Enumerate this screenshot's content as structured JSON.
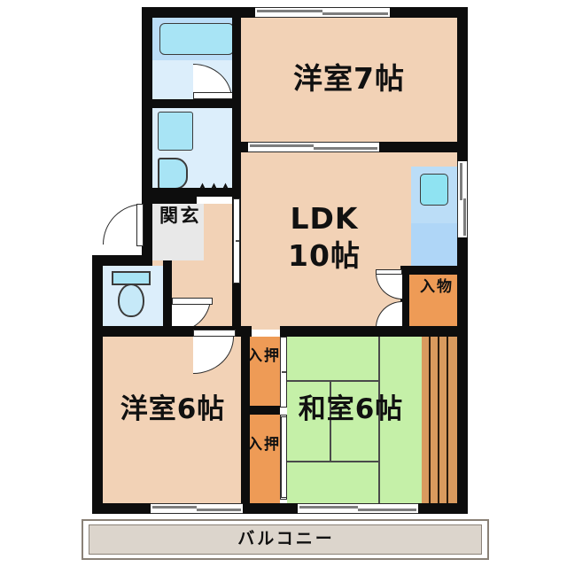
{
  "plan": {
    "kind": "japanese-apartment-floor-plan",
    "layout_type": "3LDK",
    "palette": {
      "wall": "#0d0d0d",
      "room_floor": "#F2D2B6",
      "tatami": "#C5F0A8",
      "closet": "#EE9B56",
      "water_area": "#DCEEFB",
      "fixture": "#A8E4F5",
      "balcony": "#DCD5CC",
      "wood_slat": "#D99A5E",
      "background": "#FFFFFF"
    }
  },
  "rooms": [
    {
      "id": "western-7",
      "label": "洋室7帖",
      "name_kana": "youshitsu",
      "size_jo": 7,
      "type": "western"
    },
    {
      "id": "ldk-10",
      "label_line1": "LDK",
      "label_line2": "10帖",
      "size_jo": 10,
      "type": "ldk"
    },
    {
      "id": "western-6",
      "label": "洋室6帖",
      "name_kana": "youshitsu",
      "size_jo": 6,
      "type": "western"
    },
    {
      "id": "japanese-6",
      "label": "和室6帖",
      "name_kana": "washitsu",
      "size_jo": 6,
      "type": "tatami"
    }
  ],
  "spaces": {
    "entrance": {
      "label_line1": "玄",
      "label_line2": "関",
      "label": "玄関"
    },
    "storage": {
      "label_line1": "物",
      "label_line2": "入",
      "label": "物入"
    },
    "closet_upper": {
      "label_line1": "押",
      "label_line2": "入",
      "label": "押入"
    },
    "closet_lower": {
      "label_line1": "押",
      "label_line2": "入",
      "label": "押入"
    },
    "balcony": {
      "label": "バルコニー"
    }
  },
  "fixtures": [
    {
      "id": "bathtub",
      "icon": "bathtub-icon"
    },
    {
      "id": "bath-room",
      "icon": "bathroom-icon"
    },
    {
      "id": "washing-machine",
      "icon": "washing-machine-icon"
    },
    {
      "id": "vanity-sink",
      "icon": "vanity-sink-icon"
    },
    {
      "id": "toilet",
      "icon": "toilet-icon"
    },
    {
      "id": "kitchen-sink",
      "icon": "kitchen-sink-icon"
    },
    {
      "id": "kitchen-counter",
      "icon": "kitchen-counter-icon"
    }
  ],
  "openings": [
    {
      "id": "window-western7-north",
      "icon": "window-icon",
      "orientation": "horizontal"
    },
    {
      "id": "window-ldk-north",
      "icon": "window-icon",
      "orientation": "horizontal"
    },
    {
      "id": "window-ldk-east",
      "icon": "window-icon",
      "orientation": "vertical"
    },
    {
      "id": "window-western6-south",
      "icon": "window-icon",
      "orientation": "horizontal"
    },
    {
      "id": "window-washitsu-south",
      "icon": "window-icon",
      "orientation": "horizontal"
    },
    {
      "id": "door-entrance",
      "icon": "swing-door-icon"
    },
    {
      "id": "door-bathroom",
      "icon": "swing-door-icon"
    },
    {
      "id": "door-corridor-toilet",
      "icon": "swing-door-icon"
    },
    {
      "id": "door-western6",
      "icon": "swing-door-icon"
    },
    {
      "id": "door-ldk-storage",
      "icon": "double-swing-door-icon"
    },
    {
      "id": "sliding-corridor-ldk",
      "icon": "sliding-door-icon",
      "orientation": "vertical"
    },
    {
      "id": "sliding-closet-upper",
      "icon": "sliding-door-icon",
      "orientation": "vertical"
    },
    {
      "id": "sliding-closet-lower",
      "icon": "sliding-door-icon",
      "orientation": "vertical"
    },
    {
      "id": "sliding-washitsu-west",
      "icon": "sliding-door-icon",
      "orientation": "vertical"
    },
    {
      "id": "step-up-genkan",
      "icon": "zigzag-step-icon"
    }
  ]
}
